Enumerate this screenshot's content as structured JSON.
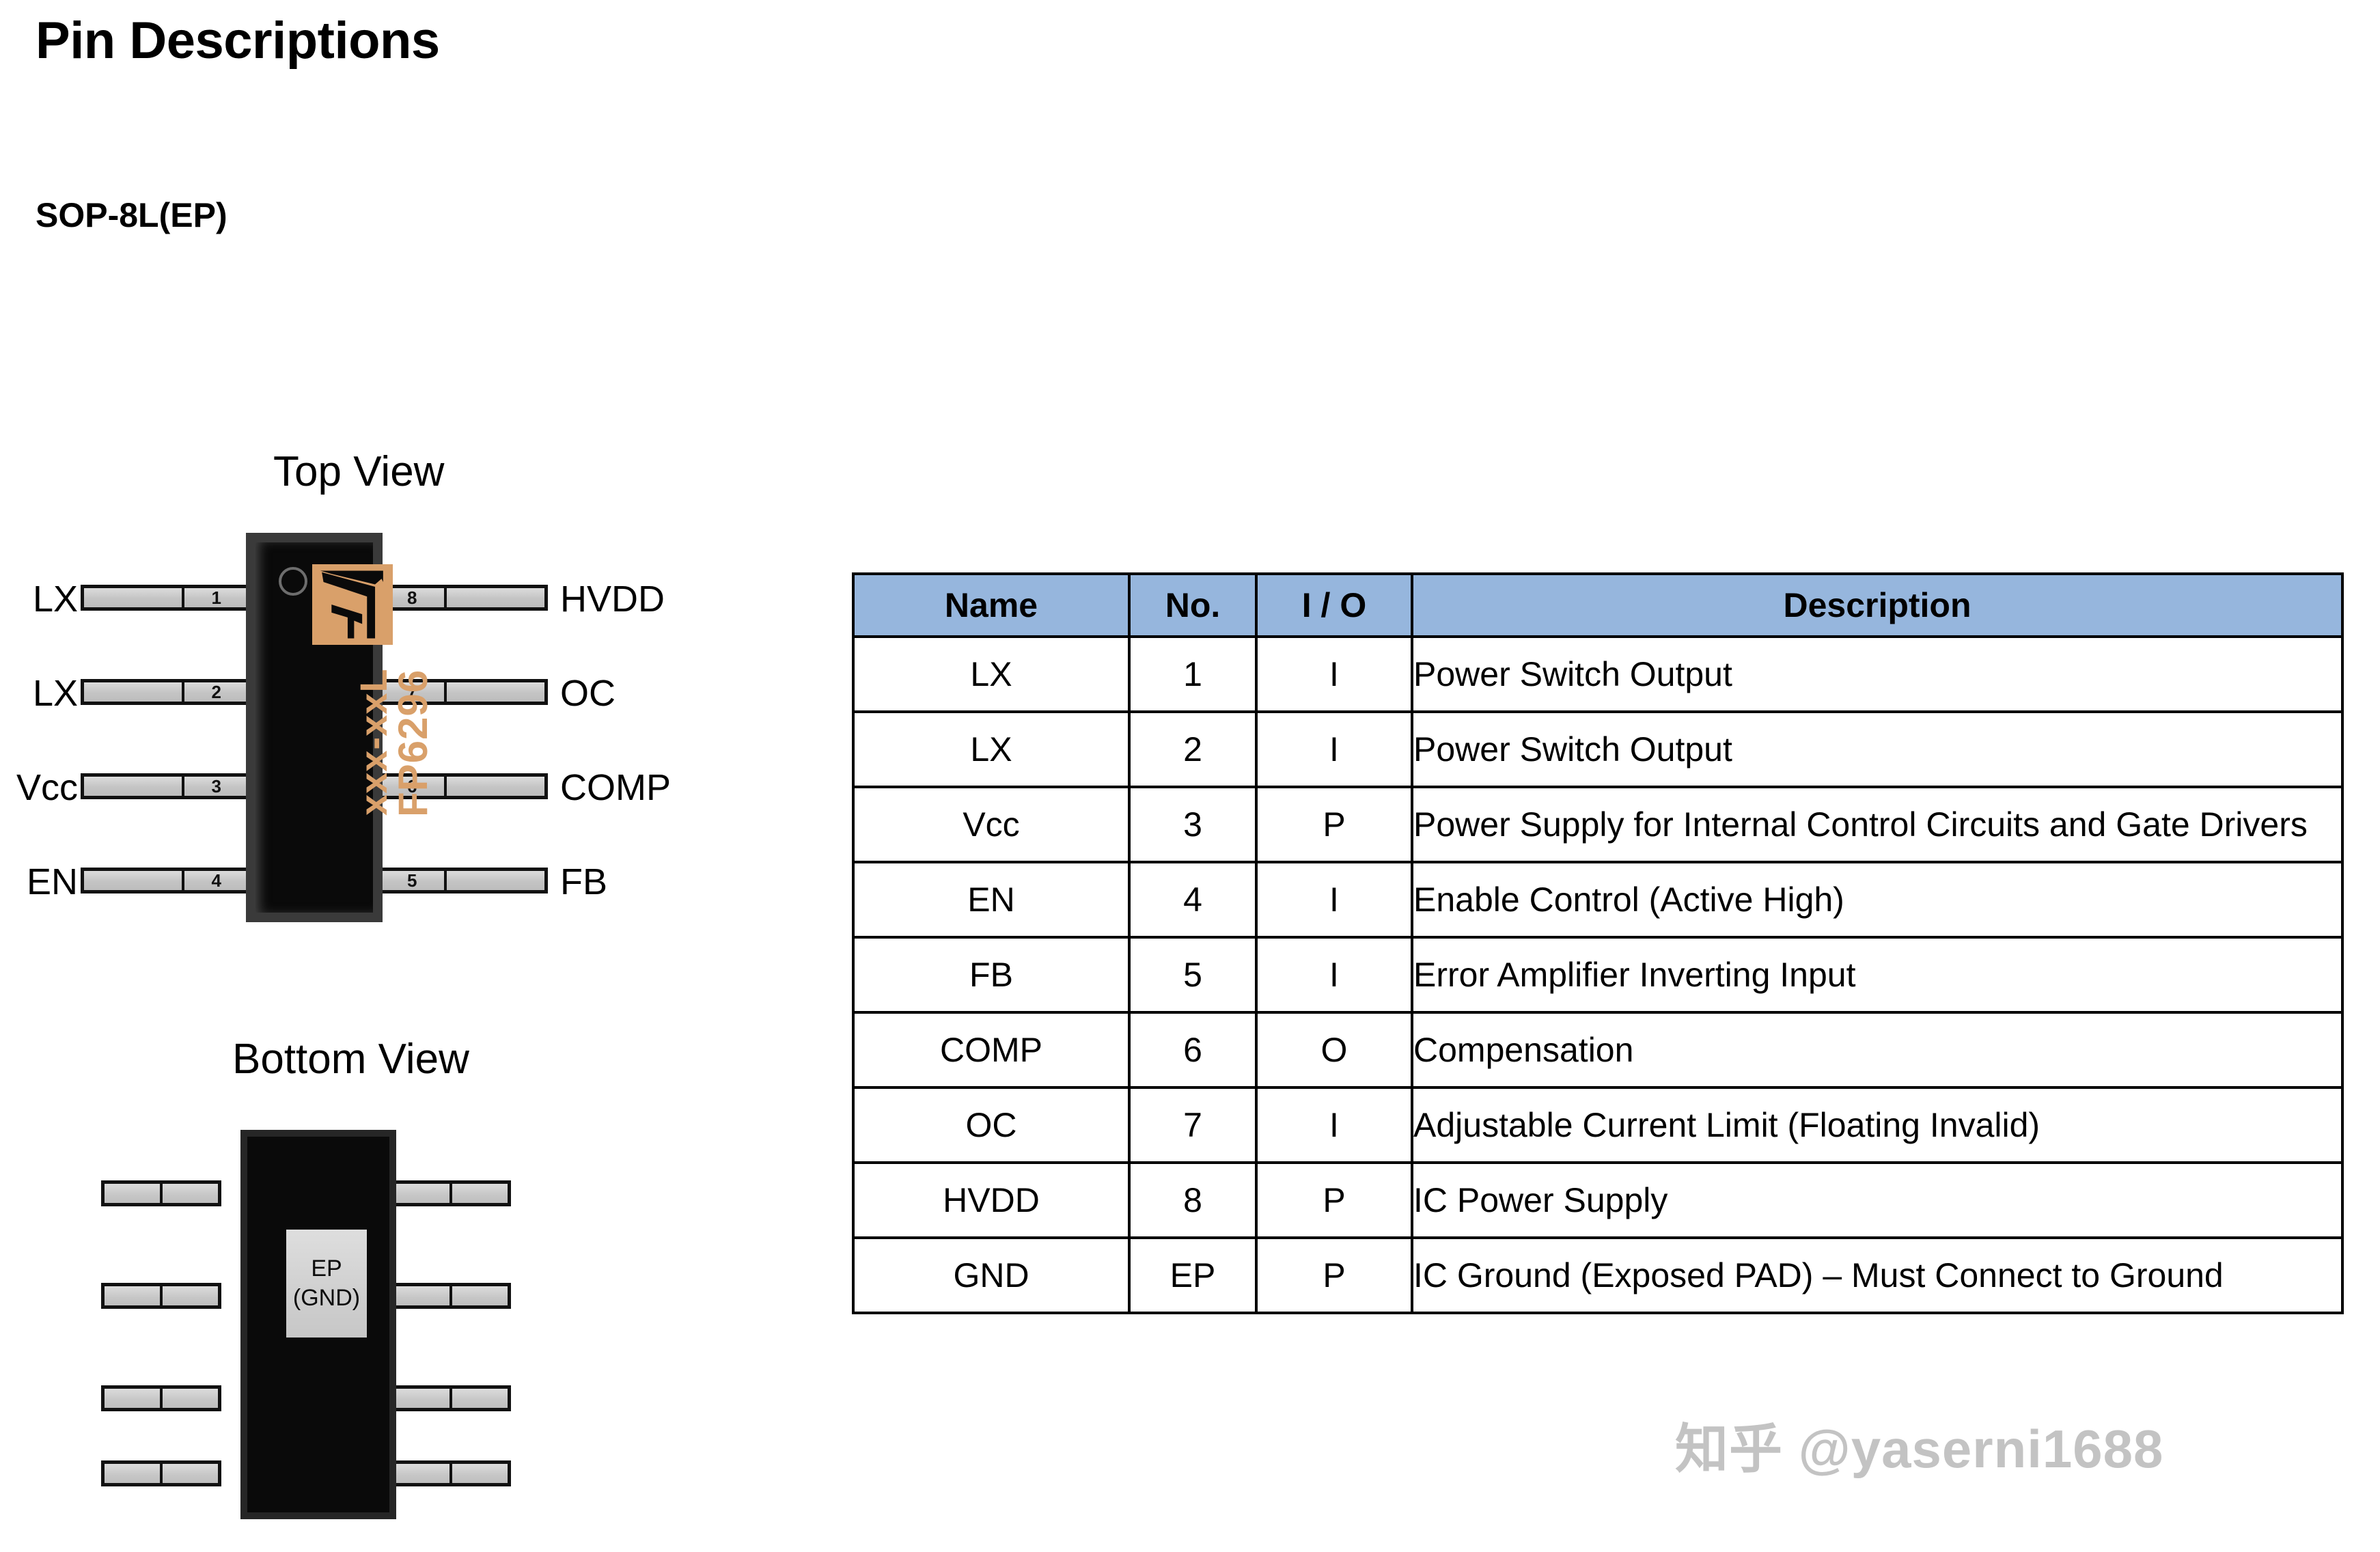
{
  "page": {
    "title": "Pin Descriptions",
    "package": "SOP-8L(EP)",
    "watermark": "知乎 @yaserni1688"
  },
  "top_view": {
    "caption": "Top View",
    "marking_part": "FP6296",
    "marking_lot": "xxx-xxL",
    "left_pins": [
      {
        "label": "LX",
        "number": "1"
      },
      {
        "label": "LX",
        "number": "2"
      },
      {
        "label": "Vcc",
        "number": "3"
      },
      {
        "label": "EN",
        "number": "4"
      }
    ],
    "right_pins": [
      {
        "label": "HVDD",
        "number": "8"
      },
      {
        "label": "OC",
        "number": "7"
      },
      {
        "label": "COMP",
        "number": "6"
      },
      {
        "label": "FB",
        "number": "5"
      }
    ]
  },
  "bottom_view": {
    "caption": "Bottom View",
    "ep_line1": "EP",
    "ep_line2": "(GND)"
  },
  "table": {
    "headers": [
      "Name",
      "No.",
      "I / O",
      "Description"
    ],
    "rows": [
      {
        "name": "LX",
        "no": "1",
        "io": "I",
        "desc": "Power Switch Output"
      },
      {
        "name": "LX",
        "no": "2",
        "io": "I",
        "desc": "Power Switch Output"
      },
      {
        "name": "Vcc",
        "no": "3",
        "io": "P",
        "desc": "Power Supply for Internal Control Circuits and Gate Drivers"
      },
      {
        "name": "EN",
        "no": "4",
        "io": "I",
        "desc": "Enable Control (Active High)"
      },
      {
        "name": "FB",
        "no": "5",
        "io": "I",
        "desc": "Error Amplifier Inverting Input"
      },
      {
        "name": "COMP",
        "no": "6",
        "io": "O",
        "desc": "Compensation"
      },
      {
        "name": "OC",
        "no": "7",
        "io": "I",
        "desc": "Adjustable Current Limit (Floating Invalid)"
      },
      {
        "name": "HVDD",
        "no": "8",
        "io": "P",
        "desc": "IC Power Supply"
      },
      {
        "name": "GND",
        "no": "EP",
        "io": "P",
        "desc": "IC Ground (Exposed PAD) – Must Connect to Ground"
      }
    ]
  },
  "colors": {
    "table_header_blue": "#96b6dd",
    "chip_body_black": "#0a0a0a",
    "marking_copper": "#d9a06a",
    "pin_metal_gray": "#c9c9c9",
    "exposed_pad_gray": "#cfcfcf",
    "watermark_gray": "#c3c3c3"
  }
}
